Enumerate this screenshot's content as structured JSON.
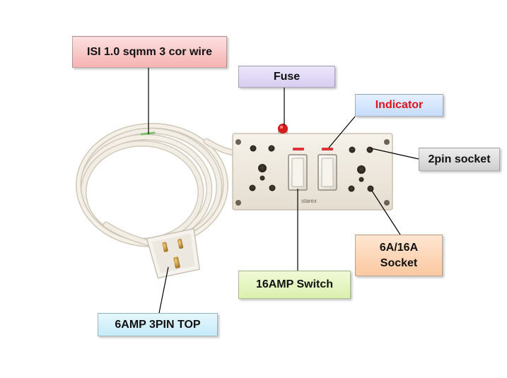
{
  "labels": {
    "wire": "ISI 1.0 sqmm 3 cor wire",
    "fuse": "Fuse",
    "indicator": "Indicator",
    "two_pin_socket": "2pin socket",
    "socket_line1": "6A/16A",
    "socket_line2": "Socket",
    "switch": "16AMP Switch",
    "plug_top": "6AMP 3PIN TOP"
  },
  "board_brand": "starex",
  "colors": {
    "indicator_text": "#e0121b",
    "wire_label_bg": "#f5b3b3",
    "fuse_label_bg": "#d7cdf1",
    "indicator_label_bg": "#c5dcfa",
    "two_pin_label_bg": "#cfcfcf",
    "socket_label_bg": "#fbc8a1",
    "switch_label_bg": "#dcf1ad",
    "plug_label_bg": "#c4ebf8"
  }
}
